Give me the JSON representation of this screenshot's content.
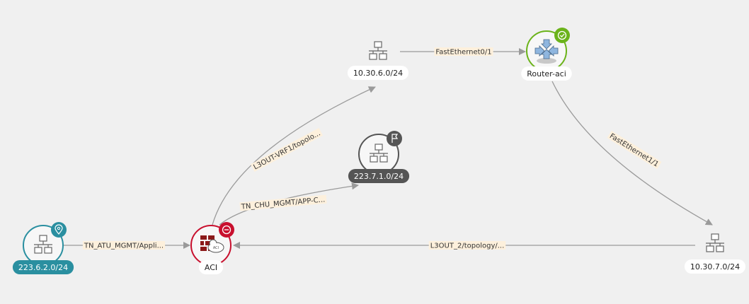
{
  "colors": {
    "background": "#f0f0f0",
    "teal": "#2a8fa0",
    "red": "#c8102e",
    "green": "#6bb31a",
    "grey": "#555555",
    "edge": "#9a9a9a",
    "edge_label_bg": "#fdf0dc"
  },
  "nodes": {
    "n223_6_2": {
      "label": "223.6.2.0/24",
      "badge_icon": "location-pin-icon"
    },
    "aci": {
      "label": "ACI",
      "badge_icon": "minus-circle-icon"
    },
    "n10_30_6": {
      "label": "10.30.6.0/24"
    },
    "router": {
      "label": "Router-aci",
      "badge_icon": "check-circle-icon"
    },
    "n223_7_1": {
      "label": "223.7.1.0/24",
      "badge_icon": "flag-icon"
    },
    "n10_30_7": {
      "label": "10.30.7.0/24"
    }
  },
  "edges": {
    "e1": {
      "label": "TN_ATU_MGMT/Appli..."
    },
    "e2": {
      "label": "L3OUT_2/topology/..."
    },
    "e3": {
      "label": "FastEthernet0/1"
    },
    "e4": {
      "label": "FastEthernet1/1"
    },
    "e5": {
      "label": "L3OUT-VRF1/topolo..."
    },
    "e6": {
      "label": "TN_CHU_MGMT/APP-C..."
    }
  }
}
